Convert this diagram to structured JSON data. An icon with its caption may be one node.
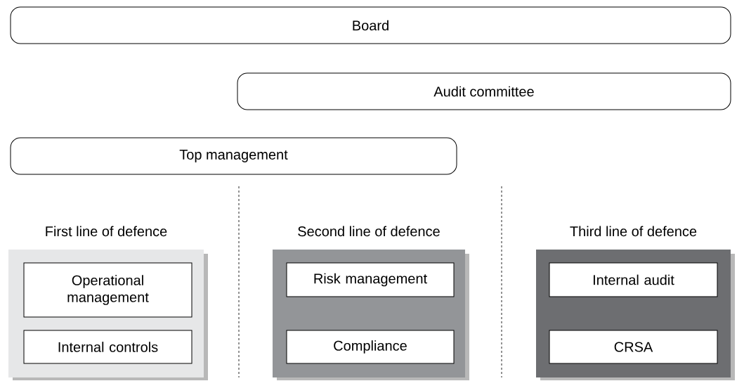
{
  "diagram": {
    "nodes": [
      {
        "text": [
          "Board"
        ]
      },
      {
        "text": [
          "Audit committee"
        ]
      },
      {
        "text": [
          "Top management"
        ]
      },
      {
        "text": [
          "First line of defence"
        ]
      },
      {
        "text": [
          "Operational management"
        ],
        "in": 3
      },
      {
        "text": [
          "Internal controls"
        ],
        "in": 3
      },
      {
        "text": [
          "Second line of defence"
        ]
      },
      {
        "text": [
          "Risk management"
        ],
        "in": 6
      },
      {
        "text": [
          "Compliance"
        ],
        "in": 6
      },
      {
        "text": [
          "Third line of defence"
        ]
      },
      {
        "text": [
          "Internal audit"
        ],
        "in": 9
      },
      {
        "text": [
          "CRSA"
        ],
        "in": 9
      }
    ]
  }
}
